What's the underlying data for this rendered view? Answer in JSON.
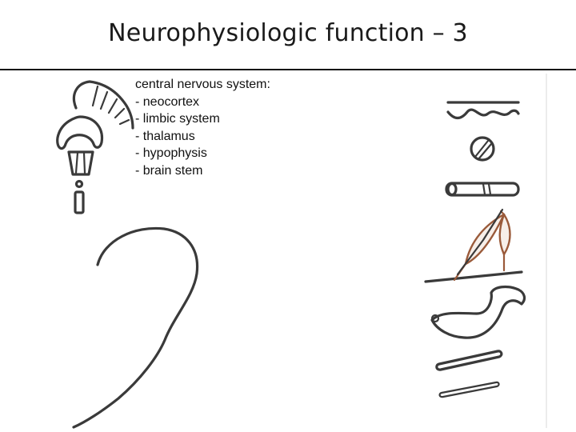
{
  "slide": {
    "title": "Neurophysiologic function – 3",
    "text_lines": [
      "central nervous system:",
      "- neocortex",
      "- limbic system",
      "- thalamus",
      "- hypophysis",
      "- brain stem"
    ]
  },
  "colors": {
    "sketch": "#3a3a3a",
    "muscle": "#9a5a3a",
    "rule": "#111111"
  },
  "icons": [
    "brain-hierarchy-sketch-icon",
    "ear-outline-sketch-icon",
    "skin-wave-sketch-icon",
    "cell-sketch-icon",
    "nerve-fiber-sketch-icon",
    "muscle-sketch-icon",
    "intestine-sketch-icon",
    "bone-sketch-icon",
    "blood-vessel-sketch-icon"
  ]
}
